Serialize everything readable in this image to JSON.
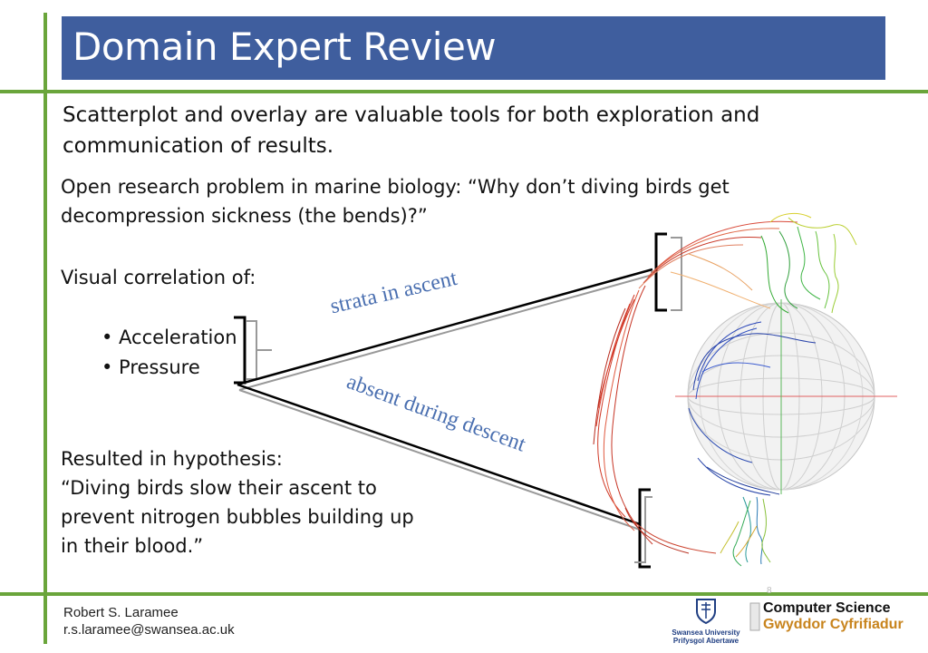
{
  "slide": {
    "title": "Domain Expert Review",
    "intro": "Scatterplot and overlay are valuable tools for both exploration and communication of results.",
    "problem": "Open research problem in marine biology: “Why don’t diving birds get decompression sickness (the bends)?”",
    "correlation_heading": "Visual correlation of:",
    "bullets": [
      "• Acceleration",
      "• Pressure"
    ],
    "result_heading": "Resulted in hypothesis:",
    "hypothesis": "“Diving birds slow their ascent to prevent nitrogen bubbles building up in their blood.”",
    "annotation_ascent": "strata in ascent",
    "annotation_descent": "absent during descent",
    "page_number": "8"
  },
  "footer": {
    "author": "Robert S. Laramee",
    "email": "r.s.laramee@swansea.ac.uk",
    "university_line1": "Swansea University",
    "university_line2": "Prifysgol Abertawe",
    "dept_line1": "Computer Science",
    "dept_line2": "Gwyddor Cyfrifiadur"
  },
  "colors": {
    "title_band": "#3f5e9e",
    "accent_green": "#6aa53b",
    "annotation_blue": "#4a6fb0",
    "dept_orange": "#c8841d"
  }
}
